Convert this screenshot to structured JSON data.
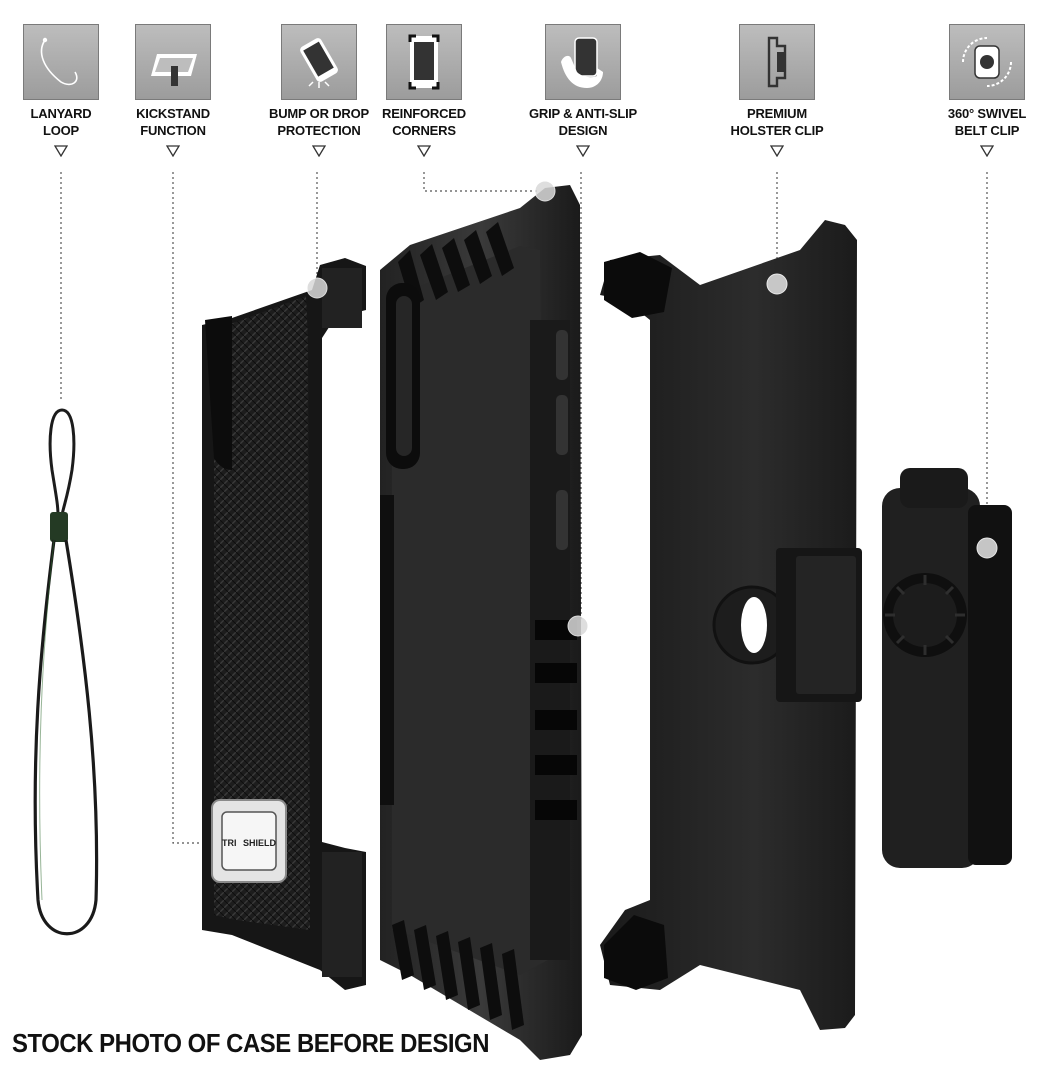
{
  "features": [
    {
      "id": "lanyard",
      "icon": "lanyard-icon",
      "line1": "LANYARD",
      "line2": "LOOP"
    },
    {
      "id": "kickstand",
      "icon": "kickstand-icon",
      "line1": "KICKSTAND",
      "line2": "FUNCTION"
    },
    {
      "id": "bump",
      "icon": "drop-protection-icon",
      "line1": "BUMP OR DROP",
      "line2": "PROTECTION"
    },
    {
      "id": "corners",
      "icon": "reinforced-corners-icon",
      "line1": "REINFORCED",
      "line2": "CORNERS"
    },
    {
      "id": "grip",
      "icon": "grip-hand-icon",
      "line1": "GRIP & ANTI-SLIP",
      "line2": "DESIGN"
    },
    {
      "id": "holster",
      "icon": "holster-clip-icon",
      "line1": "PREMIUM",
      "line2": "HOLSTER CLIP"
    },
    {
      "id": "swivel",
      "icon": "swivel-clip-icon",
      "line1": "360° SWIVEL",
      "line2": "BELT CLIP"
    }
  ],
  "kickstand_logo_left": "TRI",
  "kickstand_logo_right": "SHIELD",
  "footer_caption": "STOCK PHOTO OF CASE BEFORE DESIGN",
  "colors": {
    "icon_bg": "#a8a8a8",
    "case_black": "#1b1b1b",
    "case_gray": "#2e2e2e",
    "text": "#111111",
    "dot_line": "#555555"
  }
}
